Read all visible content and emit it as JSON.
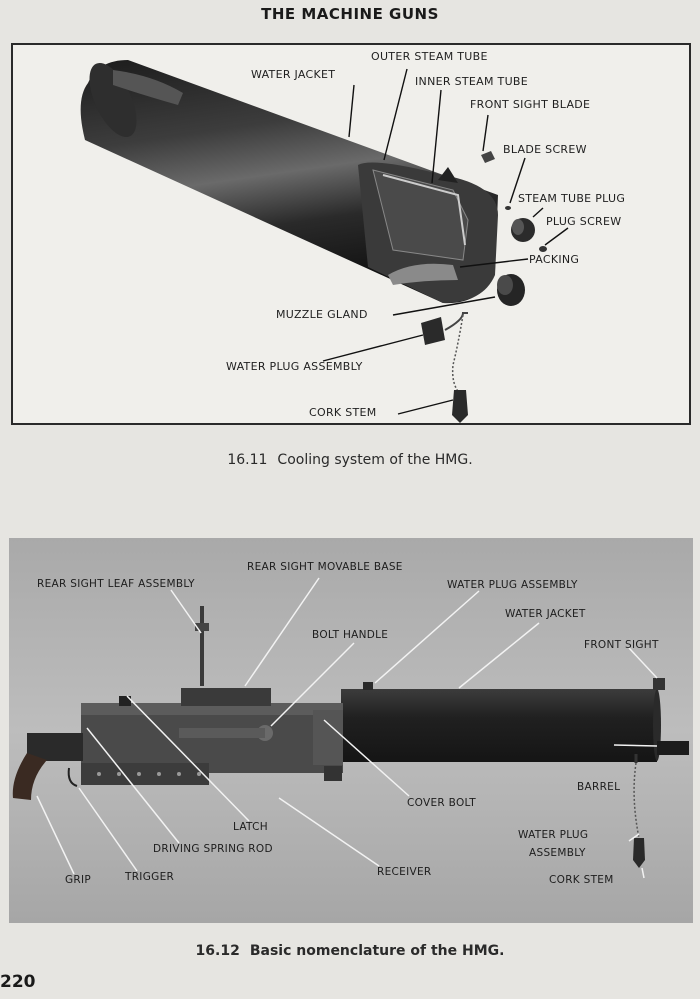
{
  "header": "THE MACHINE GUNS",
  "figure_1": {
    "labels": {
      "outer_steam_tube": "OUTER STEAM TUBE",
      "water_jacket": "WATER JACKET",
      "inner_steam_tube": "INNER STEAM TUBE",
      "front_sight_blade": "FRONT SIGHT BLADE",
      "blade_screw": "BLADE SCREW",
      "steam_tube_plug": "STEAM TUBE PLUG",
      "plug_screw": "PLUG SCREW",
      "packing": "PACKING",
      "muzzle_gland": "MUZZLE GLAND",
      "water_plug_assembly": "WATER PLUG ASSEMBLY",
      "cork_stem": "CORK STEM"
    },
    "caption_number": "16.11",
    "caption_text": "Cooling system of the HMG."
  },
  "figure_2": {
    "labels": {
      "rear_sight_movable_base": "REAR SIGHT MOVABLE BASE",
      "rear_sight_leaf_assembly": "REAR SIGHT LEAF ASSEMBLY",
      "water_plug_assembly_top": "WATER PLUG ASSEMBLY",
      "water_jacket": "WATER JACKET",
      "bolt_handle": "BOLT HANDLE",
      "front_sight": "FRONT SIGHT",
      "barrel": "BARREL",
      "cover_bolt": "COVER BOLT",
      "latch": "LATCH",
      "driving_spring_rod": "DRIVING SPRING ROD",
      "water_plug": "WATER PLUG",
      "assembly": "ASSEMBLY",
      "receiver": "RECEIVER",
      "grip": "GRIP",
      "trigger": "TRIGGER",
      "cork_stem": "CORK STEM"
    },
    "caption_number": "16.12",
    "caption_text": "Basic nomenclature of the HMG."
  },
  "page_number": "220"
}
